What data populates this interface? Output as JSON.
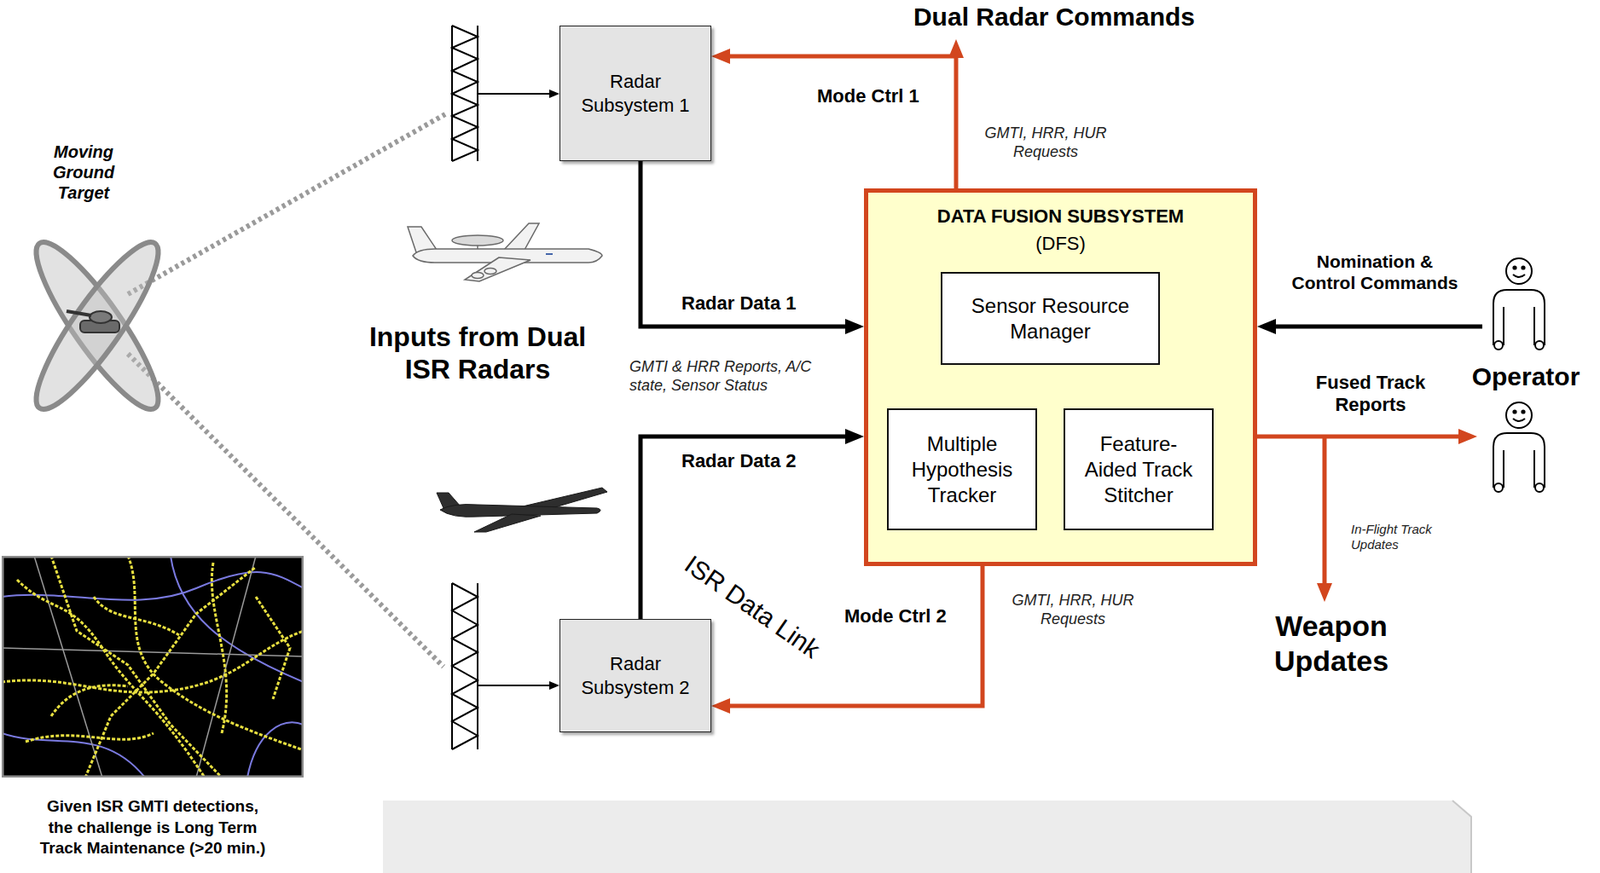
{
  "diagram": {
    "nodes": [
      {
        "text": [
          "Radar Subsystem 1"
        ]
      },
      {
        "text": [
          "DATA FUSION SUBSYSTEM",
          "(DFS)"
        ]
      },
      {
        "text": [
          "Sensor Resource Manager"
        ],
        "in": 1
      },
      {
        "text": [
          "Multiple Hypothesis Tracker"
        ],
        "in": 1
      },
      {
        "text": [
          "Feature-Aided Track Stitcher"
        ],
        "in": 1
      },
      {
        "text": [
          "Radar Subsystem 2"
        ]
      }
    ],
    "edges": [
      {
        "from": 1,
        "to": 0,
        "arrow": "to",
        "label": "Mode Ctrl 1"
      },
      {
        "from": 0,
        "to": 1,
        "arrow": "to",
        "label": "Radar Data 1"
      },
      {
        "from": 5,
        "to": 1,
        "arrow": "to",
        "label": "Radar Data 2"
      },
      {
        "from": 1,
        "to": 5,
        "arrow": "to",
        "label": "Mode Ctrl 2"
      }
    ],
    "labels": [
      "Dual Radar Commands",
      "GMTI, HRR, HUR Requests",
      "Inputs from Dual ISR Radars",
      "GMTI & HRR Reports, A/C state, Sensor Status",
      "ISR Data Link",
      "GMTI, HRR, HUR Requests",
      "Nomination & Control Commands",
      "Operator",
      "Fused Track Reports",
      "In-Flight Track Updates",
      "Weapon Updates",
      "Moving Ground Target",
      "Given ISR GMTI detections, the challenge is Long Term Track Maintenance (>20 min.)"
    ]
  }
}
